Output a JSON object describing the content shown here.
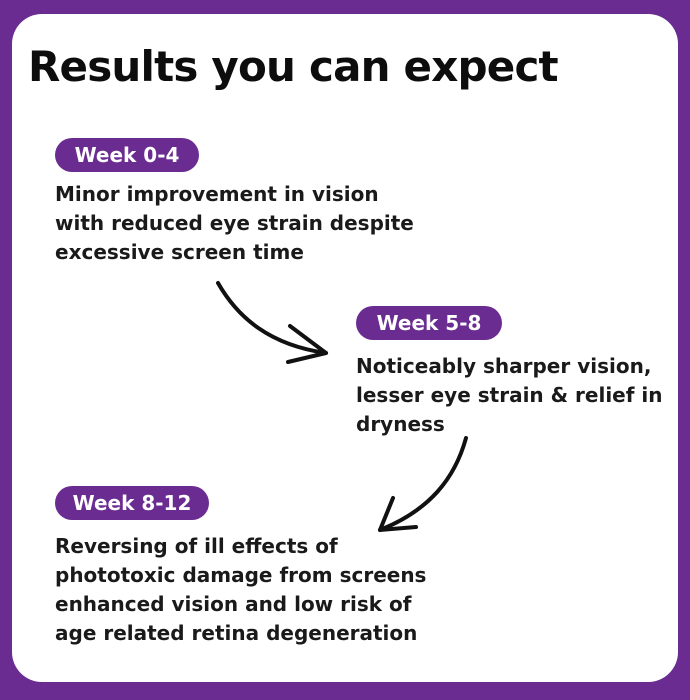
{
  "title": "Results you can expect",
  "stages": [
    {
      "badge": "Week 0-4",
      "description": "Minor improvement in vision\nwith reduced eye strain despite\nexcessive screen time"
    },
    {
      "badge": "Week 5-8",
      "description": "Noticeably sharper vision,\nlesser eye strain & relief in\ndryness"
    },
    {
      "badge": "Week 8-12",
      "description": "Reversing of ill effects of\nphototoxic damage from screens\nenhanced vision and low risk of\nage related retina degeneration"
    }
  ],
  "colors": {
    "brand_purple": "#6a2c91",
    "card_background": "#ffffff",
    "text": "#1a1a1a"
  },
  "icons": [
    "curved-arrow-right-icon",
    "curved-arrow-down-left-icon"
  ]
}
